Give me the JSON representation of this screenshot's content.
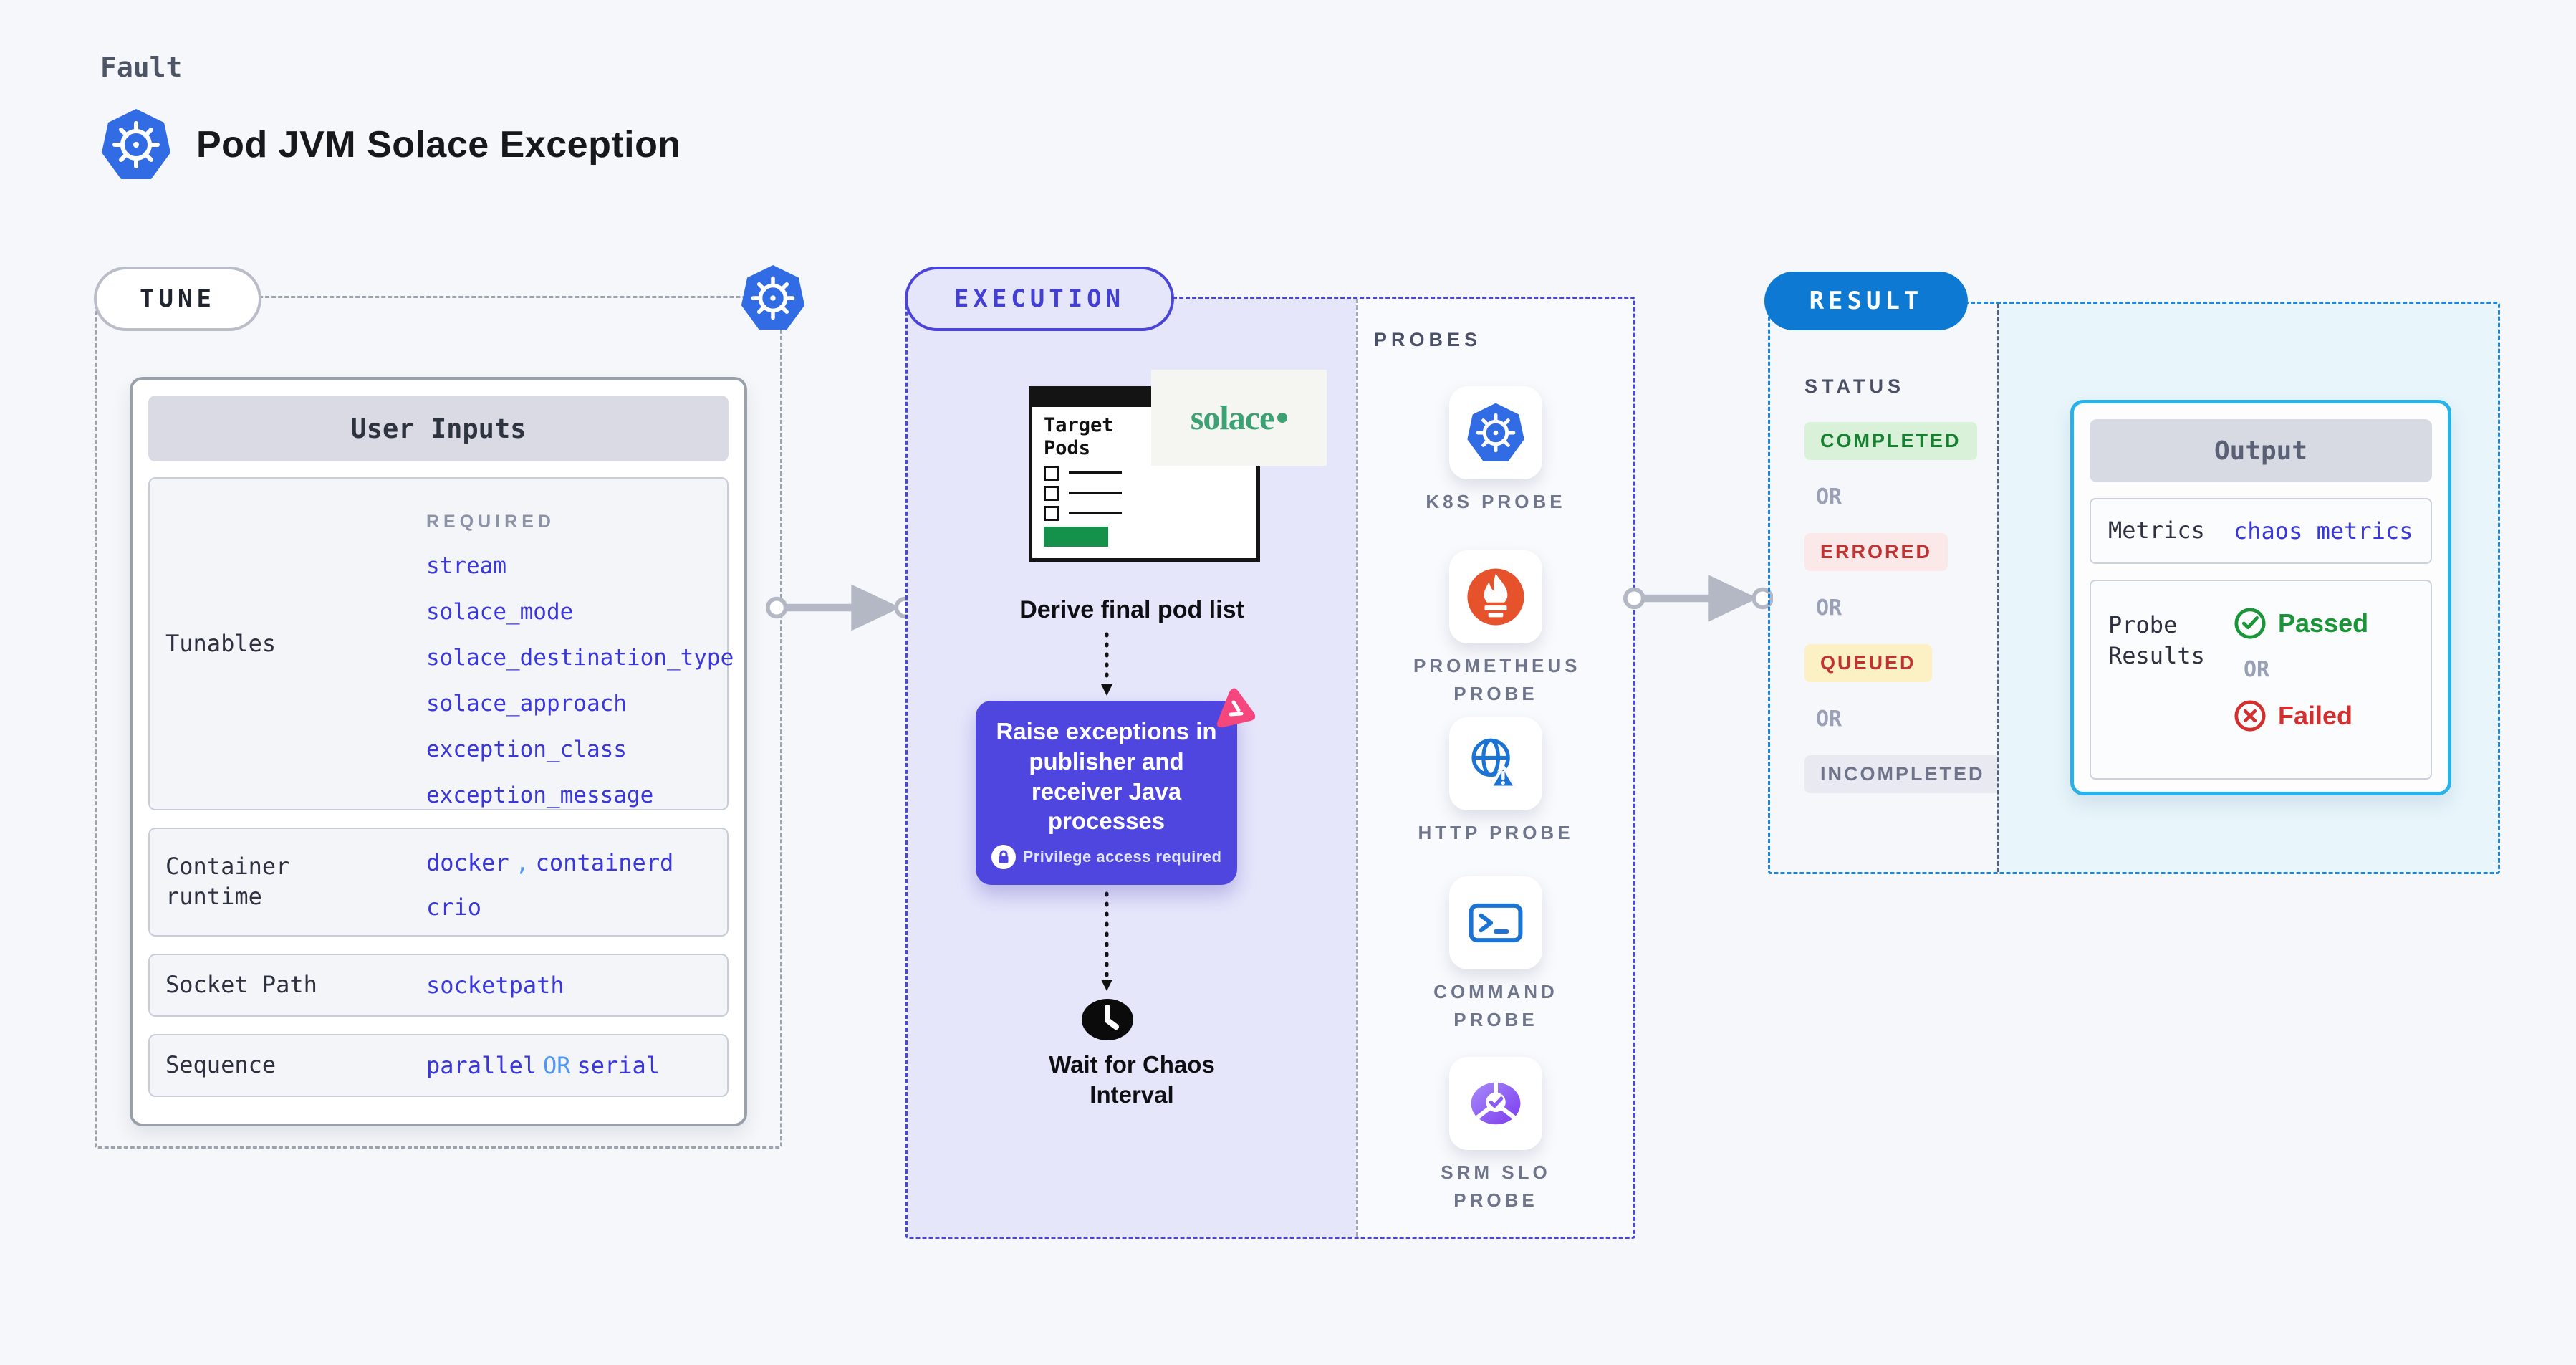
{
  "page": {
    "kicker": "Fault",
    "title": "Pod JVM Solace Exception"
  },
  "colors": {
    "page_bg": "#f5f7fa",
    "value_blue": "#3a37dc",
    "separator_blue": "#4f97f2",
    "execution_indigo": "#4a46d8",
    "execution_bg": "#e6e6fb",
    "chaos_card_bg": "#4f46e0",
    "result_blue": "#0e79d2",
    "result_border": "#1d86da",
    "output_border": "#2ab1e6",
    "output_bg": "#e8f5fb",
    "completed_green": "#178031",
    "errored_red": "#c13333",
    "queued_yellow_bg": "#fcf0c5",
    "incompleted_gray": "#6e7389",
    "kubernetes_blue": "#326ce5",
    "prometheus_orange": "#e6522c",
    "probe_icon_blue": "#1b74d4",
    "srm_purple": "#8b5cf6",
    "solace_green": "#3ca273",
    "target_pods_button_green": "#14914a",
    "pink_logo": "#f5477e"
  },
  "tune": {
    "badge": "TUNE",
    "card_title": "User Inputs",
    "rows": [
      {
        "label": "Tunables",
        "required_label": "REQUIRED",
        "values": [
          "stream",
          "solace_mode",
          "solace_destination_type",
          "solace_approach",
          "exception_class",
          "exception_message"
        ]
      },
      {
        "label": "Container runtime",
        "values": [
          "docker",
          "containerd",
          "crio"
        ],
        "separator": ","
      },
      {
        "label": "Socket Path",
        "values": [
          "socketpath"
        ]
      },
      {
        "label": "Sequence",
        "values": [
          "parallel",
          "serial"
        ],
        "separator": "OR"
      }
    ]
  },
  "execution": {
    "badge": "EXECUTION",
    "window": {
      "title": "Target Pods"
    },
    "solace_logo": "solace",
    "step1": "Derive final pod list",
    "step2": {
      "text": "Raise exceptions in publisher and receiver Java processes",
      "note": "Privilege access required"
    },
    "step3": "Wait for Chaos Interval",
    "probes": {
      "heading": "PROBES",
      "items": [
        {
          "label": "K8S PROBE",
          "icon": "kubernetes-icon"
        },
        {
          "label": "PROMETHEUS PROBE",
          "icon": "prometheus-icon"
        },
        {
          "label": "HTTP PROBE",
          "icon": "globe-alert-icon"
        },
        {
          "label": "COMMAND PROBE",
          "icon": "terminal-icon"
        },
        {
          "label": "SRM SLO PROBE",
          "icon": "slo-pie-check-icon"
        }
      ]
    }
  },
  "result": {
    "badge": "RESULT",
    "status": {
      "heading": "STATUS",
      "separator": "OR",
      "badges": [
        {
          "label": "COMPLETED",
          "bg": "#d9f1d9",
          "color": "#178031"
        },
        {
          "label": "ERRORED",
          "bg": "#fbe9e9",
          "color": "#c13333"
        },
        {
          "label": "QUEUED",
          "bg": "#fcf0c5",
          "color": "#c13333"
        },
        {
          "label": "INCOMPLETED",
          "bg": "#e9eaf1",
          "color": "#6e7389"
        }
      ]
    },
    "output": {
      "title": "Output",
      "metrics_label": "Metrics",
      "metrics_value": "chaos metrics",
      "probe_results_label": "Probe Results",
      "passed": "Passed",
      "or": "OR",
      "failed": "Failed"
    }
  }
}
